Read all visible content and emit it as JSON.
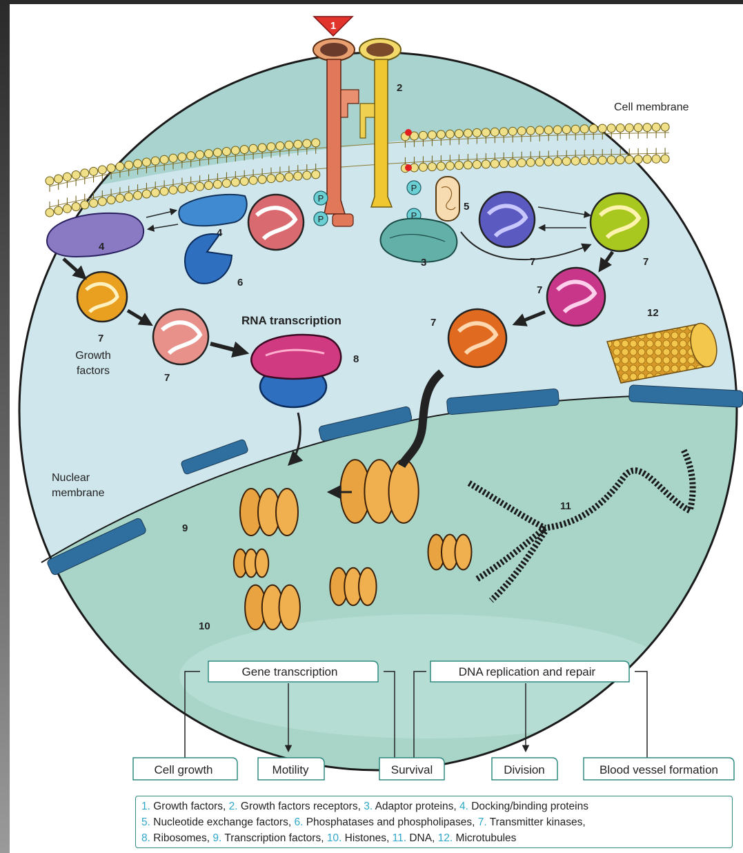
{
  "labels": {
    "cell_membrane": "Cell membrane",
    "rna_transcription": "RNA transcription",
    "growth_factors_line1": "Growth",
    "growth_factors_line2": "factors",
    "nuclear_membrane_line1": "Nuclear",
    "nuclear_membrane_line2": "membrane"
  },
  "numbers": {
    "ligand": "1",
    "receptor": "2",
    "adaptor": "3",
    "docking_a": "4",
    "docking_b": "4",
    "nef": "5",
    "phosphatase": "6",
    "kinase_growth": "7",
    "kinase_pink": "7",
    "kinase_blue": "7",
    "kinase_green": "7",
    "kinase_magenta": "7",
    "kinase_orange": "7",
    "ribosome": "8",
    "transcription_factors": "9",
    "histones": "10",
    "dna": "11",
    "microtubules": "12"
  },
  "phospho_label": "P",
  "process_boxes": {
    "gene_transcription": "Gene transcription",
    "dna_replication": "DNA replication and repair"
  },
  "outcomes": {
    "cell_growth": "Cell growth",
    "motility": "Motility",
    "survival": "Survival",
    "division": "Division",
    "blood_vessel_formation": "Blood vessel formation"
  },
  "legend": [
    [
      {
        "n": "1.",
        "t": " Growth factors, "
      },
      {
        "n": "2.",
        "t": " Growth factors receptors, "
      },
      {
        "n": "3.",
        "t": " Adaptor proteins, "
      },
      {
        "n": "4.",
        "t": " Docking/binding proteins"
      }
    ],
    [
      {
        "n": "5.",
        "t": " Nucleotide exchange factors, "
      },
      {
        "n": "6.",
        "t": " Phosphatases and phospholipases, "
      },
      {
        "n": "7.",
        "t": " Transmitter kinases,"
      }
    ],
    [
      {
        "n": "8.",
        "t": " Ribosomes, "
      },
      {
        "n": "9.",
        "t": " Transcription factors, "
      },
      {
        "n": "10.",
        "t": " Histones, "
      },
      {
        "n": "11.",
        "t": " DNA, "
      },
      {
        "n": "12.",
        "t": " Microtubules"
      }
    ]
  ],
  "colors": {
    "cytoplasm": "#cfe6ec",
    "extracellular": "#a9d3cf",
    "nucleus": "#a8d5c8",
    "membrane_head": "#f0e08a",
    "nuclear_pore": "#2f6fa0",
    "legend_number": "#2fa7c9",
    "box_border": "#2e8a80"
  }
}
